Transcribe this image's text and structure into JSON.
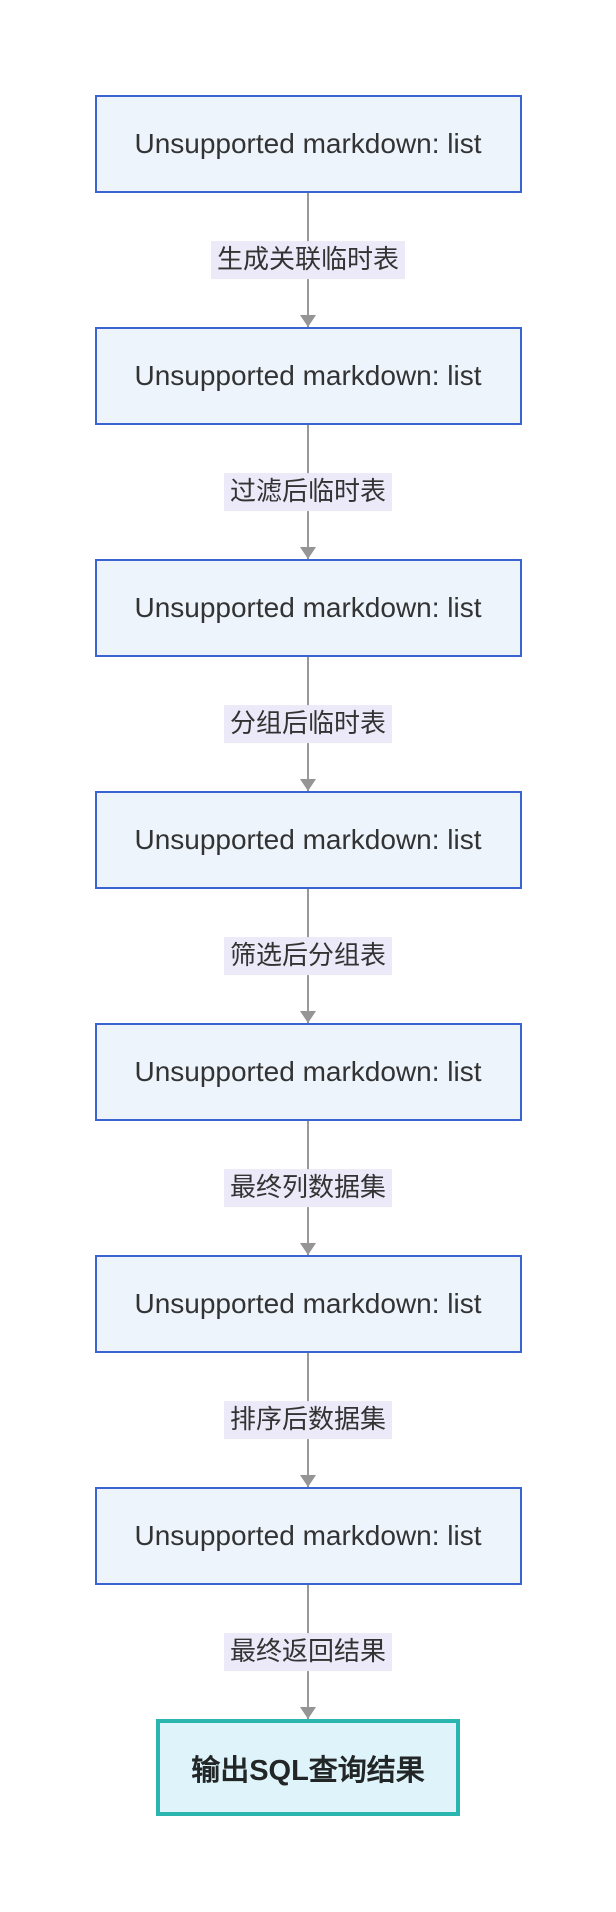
{
  "diagram": {
    "type": "flowchart-vertical",
    "nodes": [
      {
        "label": "Unsupported markdown: list",
        "type": "default"
      },
      {
        "label": "Unsupported markdown: list",
        "type": "default"
      },
      {
        "label": "Unsupported markdown: list",
        "type": "default"
      },
      {
        "label": "Unsupported markdown: list",
        "type": "default"
      },
      {
        "label": "Unsupported markdown: list",
        "type": "default"
      },
      {
        "label": "Unsupported markdown: list",
        "type": "default"
      },
      {
        "label": "Unsupported markdown: list",
        "type": "default"
      },
      {
        "label": "输出SQL查询结果",
        "type": "result"
      }
    ],
    "edges": [
      {
        "label": "生成关联临时表"
      },
      {
        "label": "过滤后临时表"
      },
      {
        "label": "分组后临时表"
      },
      {
        "label": "筛选后分组表"
      },
      {
        "label": "最终列数据集"
      },
      {
        "label": "排序后数据集"
      },
      {
        "label": "最终返回结果"
      }
    ],
    "colors": {
      "node_fill": "#EDF4FC",
      "node_border": "#3B63D1",
      "result_fill": "#DFF4FA",
      "result_border": "#2AB5AE",
      "edge_line": "#999999",
      "edge_label_bg": "#ECE9F8",
      "text": "#333333",
      "background": "#ffffff"
    }
  }
}
